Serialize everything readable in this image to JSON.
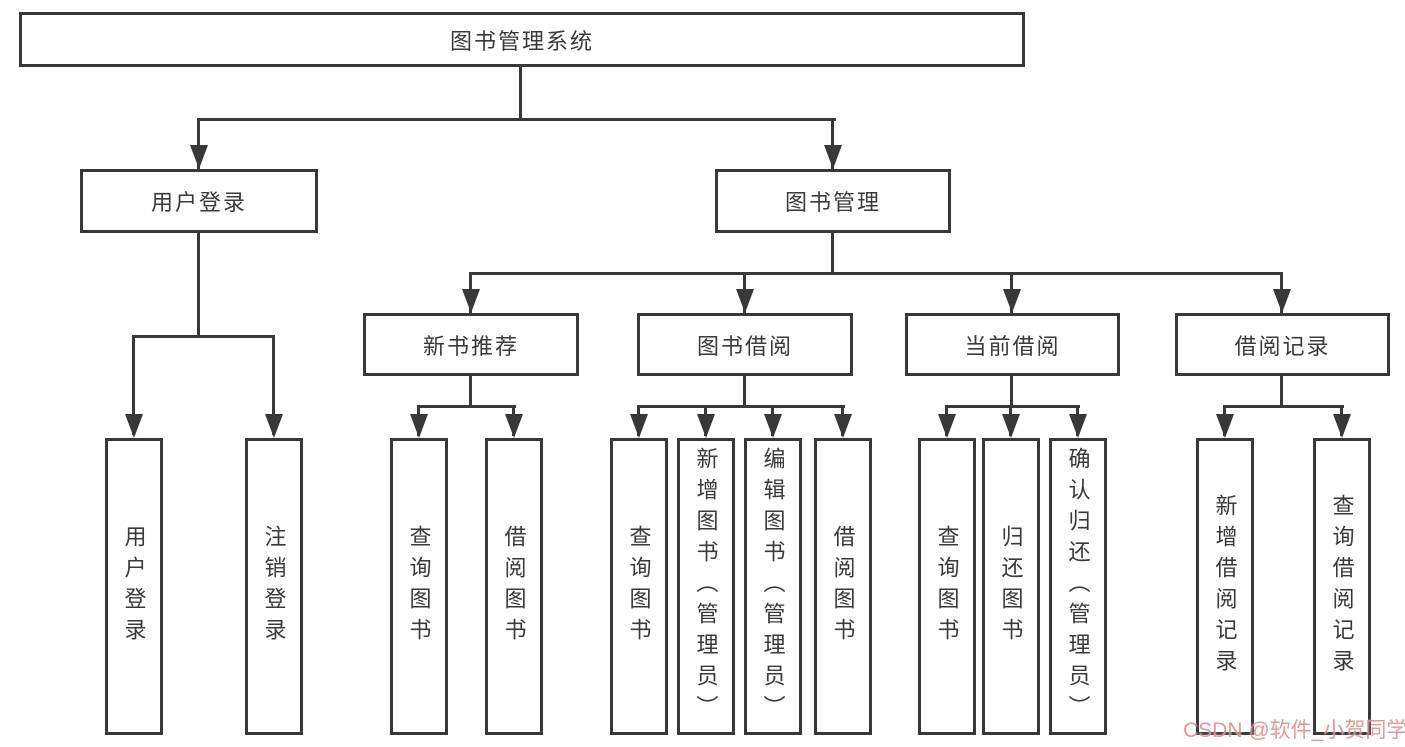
{
  "tree": {
    "root": {
      "label": "图书管理系统",
      "children": [
        {
          "label": "用户登录",
          "children": [
            {
              "label": "用户登录"
            },
            {
              "label": "注销登录"
            }
          ]
        },
        {
          "label": "图书管理",
          "children": [
            {
              "label": "新书推荐",
              "children": [
                {
                  "label": "查询图书"
                },
                {
                  "label": "借阅图书"
                }
              ]
            },
            {
              "label": "图书借阅",
              "children": [
                {
                  "label": "查询图书"
                },
                {
                  "label": "新增图书（管理员）"
                },
                {
                  "label": "编辑图书（管理员）"
                },
                {
                  "label": "借阅图书"
                }
              ]
            },
            {
              "label": "当前借阅",
              "children": [
                {
                  "label": "查询图书"
                },
                {
                  "label": "归还图书"
                },
                {
                  "label": "确认归还（管理员）"
                }
              ]
            },
            {
              "label": "借阅记录",
              "children": [
                {
                  "label": "新增借阅记录"
                },
                {
                  "label": "查询借阅记录"
                }
              ]
            }
          ]
        }
      ]
    }
  },
  "watermark": {
    "text": "CSDN @软件_小贺同学"
  },
  "colors": {
    "line": "#383838",
    "box_border": "#383838",
    "text": "#3a3a3a",
    "background": "#ffffff",
    "watermark": "#e08686"
  }
}
